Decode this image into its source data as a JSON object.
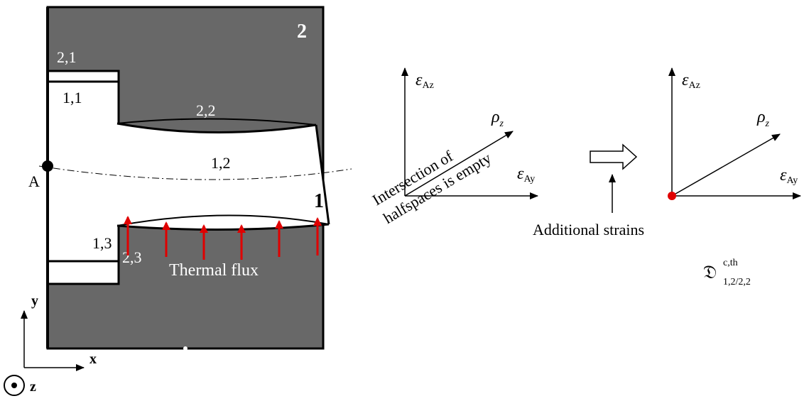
{
  "left_figure": {
    "body_2_label": "2",
    "body_1_label": "1",
    "point_label": "A",
    "region_labels": {
      "r21": "2,1",
      "r11": "1,1",
      "r22": "2,2",
      "r12": "1,2",
      "r13": "1,3",
      "r23": "2,3"
    },
    "thermal_flux_label": "Thermal flux",
    "flux_arrow_color": "#e00000",
    "body_color": "#686868",
    "coords": {
      "x": "x",
      "y": "y",
      "z": "z"
    }
  },
  "middle_diagram": {
    "y_axis_symbol": "ε",
    "y_axis_sub": "Az",
    "x_axis_symbol": "ε",
    "x_axis_sub": "Ay",
    "rho_symbol": "ρ",
    "rho_sub": "z",
    "rotated_text_line1": "Intersection of",
    "rotated_text_line2": "halfspaces is empty"
  },
  "transition": {
    "label": "Additional strains"
  },
  "right_diagram": {
    "y_axis_symbol": "ε",
    "y_axis_sub": "Az",
    "x_axis_symbol": "ε",
    "x_axis_sub": "Ay",
    "rho_symbol": "ρ",
    "rho_sub": "z",
    "origin_color": "#e00000",
    "set_symbol": "𝔇",
    "set_sup": "c,th",
    "set_sub": "1,2/2,2"
  }
}
